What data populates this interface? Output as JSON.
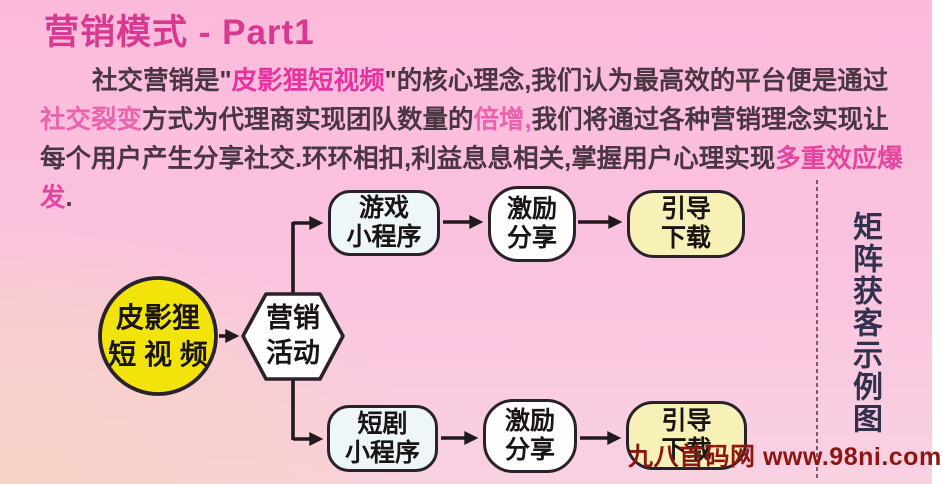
{
  "title": "营销模式 - Part1",
  "paragraph": {
    "segments": [
      {
        "text": "社交营销是\"",
        "style": "dark"
      },
      {
        "text": "皮影狸短视频",
        "style": "brand"
      },
      {
        "text": "\"的核心理念,我们认为最高效的平台便是通过",
        "style": "dark"
      },
      {
        "text": "社交裂变",
        "style": "pink"
      },
      {
        "text": "方式为代理商实现团队数量的",
        "style": "dark"
      },
      {
        "text": "倍增,",
        "style": "pink"
      },
      {
        "text": "我们将通过各种营销理念实现让每个用户产生分享社交.环环相扣,利益息息相关,掌握用户心理实现",
        "style": "dark"
      },
      {
        "text": "多重效应爆发",
        "style": "magenta"
      },
      {
        "text": ".",
        "style": "dark"
      }
    ]
  },
  "flowchart": {
    "source": {
      "line1": "皮影狸",
      "line2": "短 视 频"
    },
    "hub": {
      "line1": "营销",
      "line2": "活动"
    },
    "nodes": {
      "game": {
        "line1": "游戏",
        "line2": "小程序"
      },
      "incentive_top": {
        "line1": "激励",
        "line2": "分享"
      },
      "guide_top": {
        "line1": "引导",
        "line2": "下载"
      },
      "drama": {
        "line1": "短剧",
        "line2": "小程序"
      },
      "incentive_bottom": {
        "line1": "激励",
        "line2": "分享"
      },
      "guide_bottom": {
        "line1": "引导",
        "line2": "下载"
      }
    }
  },
  "sidebar": {
    "vertical_label": "矩阵获客示例图"
  },
  "watermark": "九八首码网 www.98ni.com",
  "colors": {
    "background_pink": "#fcbadb",
    "background_peach": "#f5d2c5",
    "title_magenta": "#d8388f",
    "body_text": "#4a3642",
    "highlight_brand": "#e733a0",
    "highlight_pink": "#ea64ad",
    "highlight_magenta": "#e2469f",
    "circle_yellow": "#f2e40a",
    "node_blue": "#eef6f9",
    "node_white": "#fffdfe",
    "node_yellow": "#f8f1b7",
    "outline_dark": "#29222a",
    "vertical_text": "#31304d",
    "watermark_red": "#8e1511"
  }
}
